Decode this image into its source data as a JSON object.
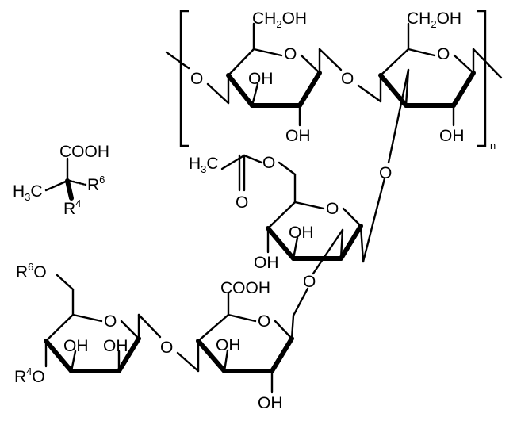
{
  "labels": {
    "ch2oh": {
      "pre": "CH",
      "sub": "2",
      "post": "OH"
    },
    "oh": "OH",
    "o": "O",
    "cooh": "COOH",
    "h3c": {
      "pre": "H",
      "sub": "3",
      "post": "C"
    },
    "r6": {
      "pre": "R",
      "sup": "6"
    },
    "r4": {
      "pre": "R",
      "sup": "4"
    },
    "r6o": {
      "pre": "R",
      "sup": "6",
      "post": "O"
    },
    "r4o": {
      "pre": "R",
      "sup": "4",
      "post": "O"
    },
    "repeat_index": "n"
  }
}
